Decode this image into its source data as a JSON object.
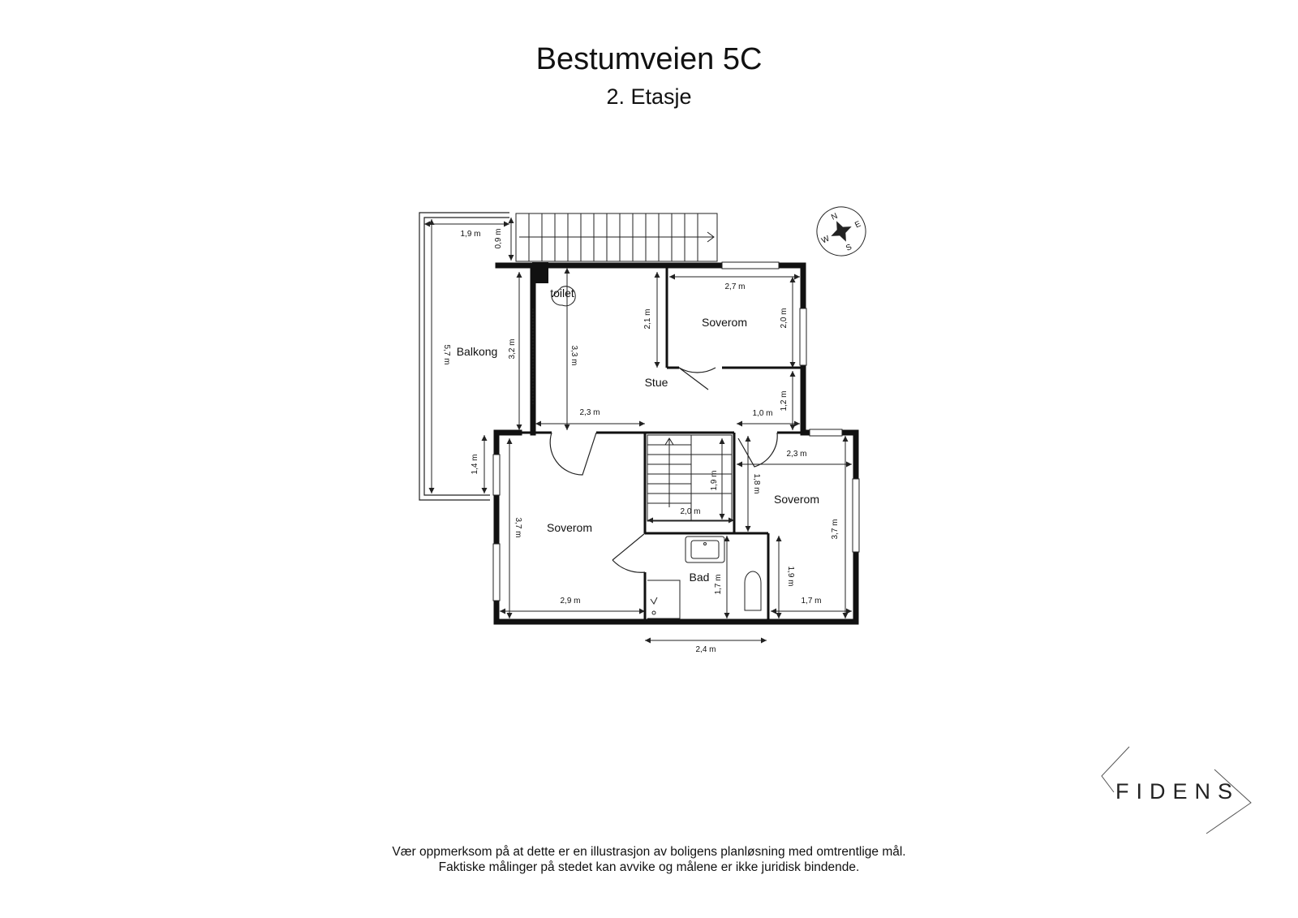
{
  "header": {
    "title": "Bestumveien 5C",
    "subtitle": "2. Etasje"
  },
  "rooms": {
    "balkong": "Balkong",
    "toilet": "toilet",
    "stue": "Stue",
    "soverom_top": "Soverom",
    "soverom_left": "Soverom",
    "soverom_right": "Soverom",
    "bad": "Bad"
  },
  "dimensions": {
    "balkong_width": "1,9 m",
    "balkong_stair_depth": "0,9 m",
    "balkong_length": "5,7 m",
    "balkong_lower": "1,4 m",
    "stue_left_height": "3,2 m",
    "stue_height": "3,3 m",
    "stue_width": "2,3 m",
    "stue_right_width": "1,0 m",
    "stue_right_height": "1,2 m",
    "soverom_top_width": "2,7 m",
    "soverom_top_height": "2,0 m",
    "soverom_top_wall": "2,1 m",
    "soverom_left_height": "3,7 m",
    "soverom_left_width": "2,9 m",
    "stair_width": "2,0 m",
    "stair_height": "1,9 m",
    "soverom_right_width": "2,3 m",
    "soverom_right_upper": "1,8 m",
    "soverom_right_height": "3,7 m",
    "soverom_right_lower_width": "1,7 m",
    "soverom_right_lower_height": "1,9 m",
    "bad_height": "1,7 m",
    "bottom_width": "2,4 m"
  },
  "compass": {
    "n": "N",
    "e": "E",
    "s": "S",
    "w": "W"
  },
  "brand": {
    "logo": "FIDENS"
  },
  "footer": {
    "line1": "Vær oppmerksom på at dette er en illustrasjon av boligens planløsning med omtrentlige mål.",
    "line2": "Faktiske målinger på stedet kan avvike og målene er ikke juridisk bindende."
  },
  "colors": {
    "wall": "#111111",
    "line": "#222222"
  }
}
